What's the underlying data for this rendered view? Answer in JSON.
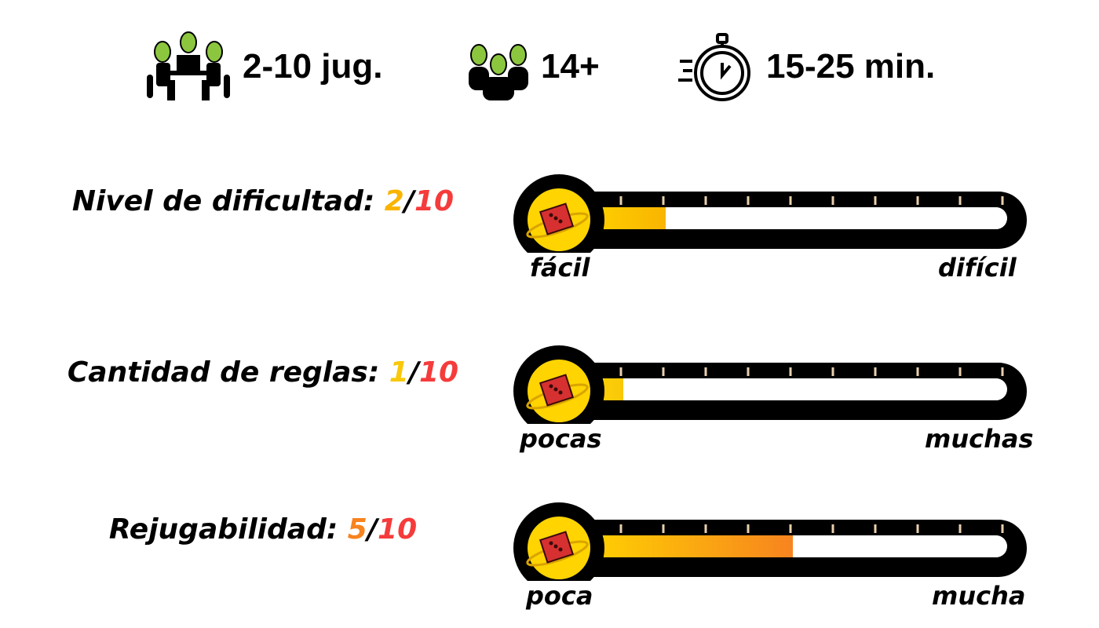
{
  "info": {
    "players": {
      "icon": "aliens-at-table-icon",
      "text": "2-10 jug."
    },
    "age": {
      "icon": "alien-group-icon",
      "text": "14+"
    },
    "time": {
      "icon": "stopwatch-icon",
      "text": "15-25 min."
    }
  },
  "ratings": [
    {
      "label": "Nivel de dificultad: ",
      "value": "2",
      "sep": "/",
      "max": "10",
      "value_num": 2,
      "max_num": 10,
      "low": "fácil",
      "high": "difícil",
      "value_color": "#f9b400"
    },
    {
      "label": "Cantidad de reglas: ",
      "value": "1",
      "sep": "/",
      "max": "10",
      "value_num": 1,
      "max_num": 10,
      "low": "pocas",
      "high": "muchas",
      "value_color": "#f9c80a"
    },
    {
      "label": "Rejugabilidad: ",
      "value": "5",
      "sep": "/",
      "max": "10",
      "value_num": 5,
      "max_num": 10,
      "low": "poca",
      "high": "mucha",
      "value_color": "#f7841f"
    }
  ],
  "colors": {
    "max": "#f53b3b",
    "fill_start": "#ffd400",
    "tick": "#e8cfae"
  }
}
